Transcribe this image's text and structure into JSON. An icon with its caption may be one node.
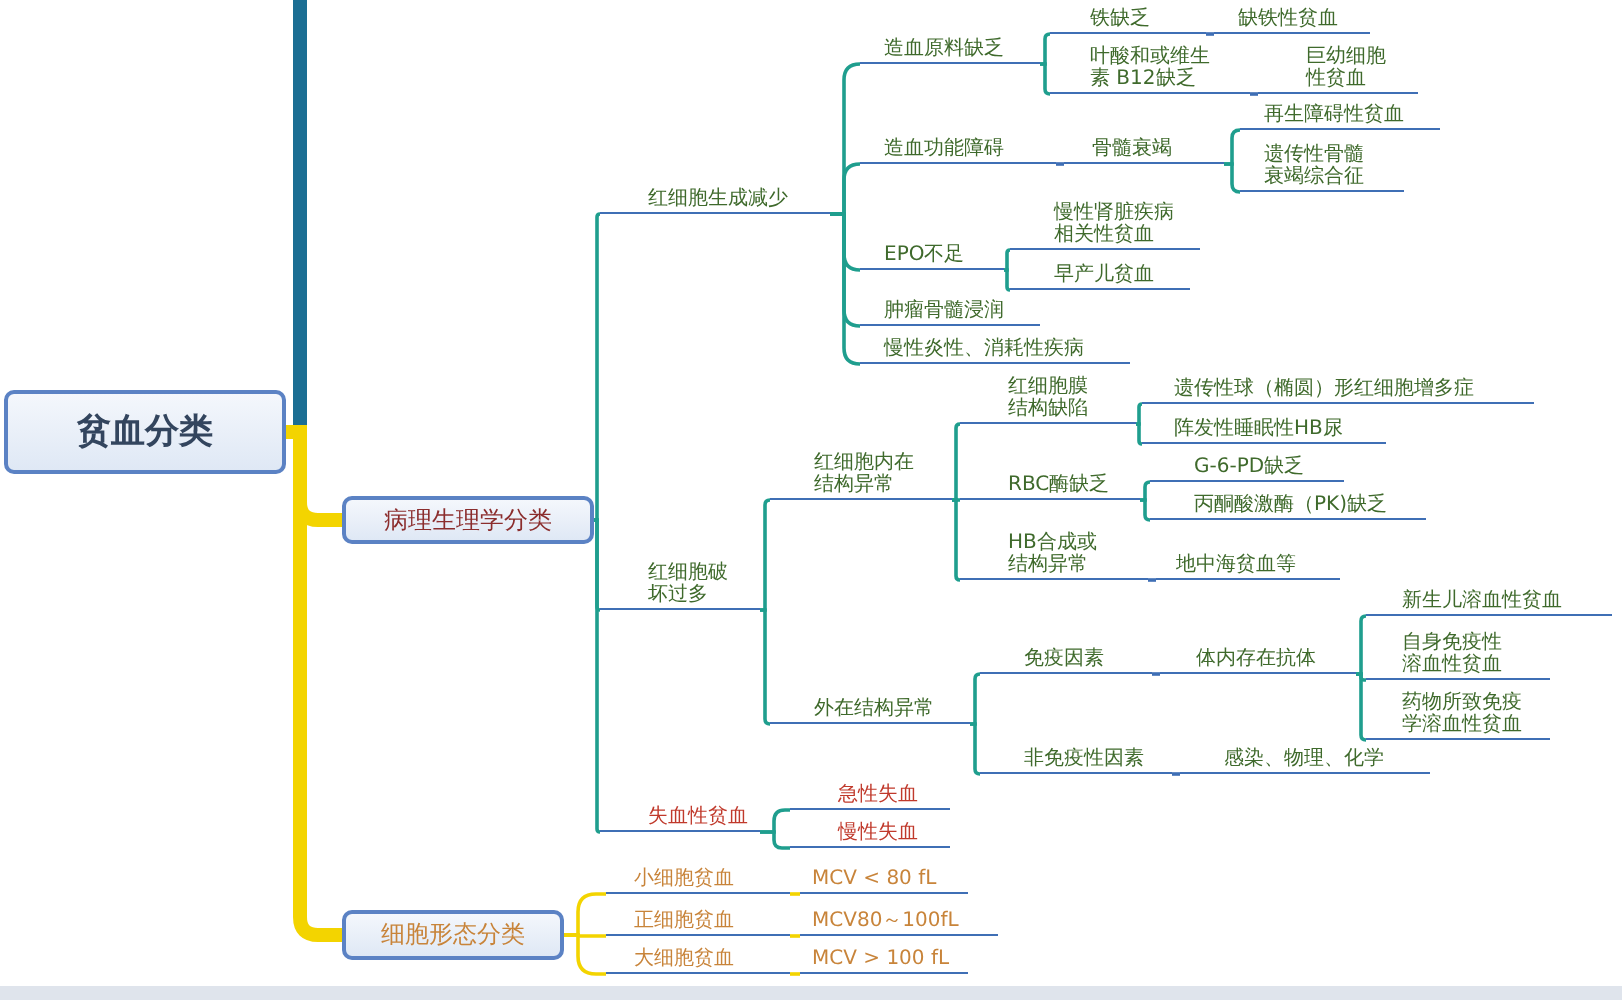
{
  "diagram": {
    "nodes": [
      {
        "text": [
          "贫血分类"
        ]
      },
      {
        "text": [
          "病理生理学分类"
        ]
      },
      {
        "text": [
          "红细胞生成减少"
        ]
      },
      {
        "text": [
          "造血原料缺乏"
        ]
      },
      {
        "text": [
          "铁缺乏"
        ]
      },
      {
        "text": [
          "缺铁性贫血"
        ]
      },
      {
        "text": [
          "叶酸和或维生素 B12缺乏"
        ]
      },
      {
        "text": [
          "巨幼细胞性贫血"
        ]
      },
      {
        "text": [
          "造血功能障碍"
        ]
      },
      {
        "text": [
          "骨髓衰竭"
        ]
      },
      {
        "text": [
          "再生障碍性贫血"
        ]
      },
      {
        "text": [
          "遗传性骨髓衰竭综合征"
        ]
      },
      {
        "text": [
          "EPO不足"
        ]
      },
      {
        "text": [
          "慢性肾脏疾病相关性贫血"
        ]
      },
      {
        "text": [
          "早产儿贫血"
        ]
      },
      {
        "text": [
          "肿瘤骨髓浸润"
        ]
      },
      {
        "text": [
          "慢性炎性、消耗性疾病"
        ]
      },
      {
        "text": [
          "红细胞破坏过多"
        ]
      },
      {
        "text": [
          "红细胞内在结构异常"
        ]
      },
      {
        "text": [
          "红细胞膜结构缺陷"
        ]
      },
      {
        "text": [
          "遗传性球（椭圆）形红细胞增多症"
        ]
      },
      {
        "text": [
          "阵发性睡眠性HB尿"
        ]
      },
      {
        "text": [
          "RBC酶缺乏"
        ]
      },
      {
        "text": [
          "G-6-PD缺乏"
        ]
      },
      {
        "text": [
          "丙酮酸激酶（PK)缺乏"
        ]
      },
      {
        "text": [
          "HB合成或结构异常"
        ]
      },
      {
        "text": [
          "地中海贫血等"
        ]
      },
      {
        "text": [
          "外在结构异常"
        ]
      },
      {
        "text": [
          "免疫因素"
        ]
      },
      {
        "text": [
          "体内存在抗体"
        ]
      },
      {
        "text": [
          "新生儿溶血性贫血"
        ]
      },
      {
        "text": [
          "自身免疫性溶血性贫血"
        ]
      },
      {
        "text": [
          "药物所致免疫学溶血性贫血"
        ]
      },
      {
        "text": [
          "非免疫性因素"
        ]
      },
      {
        "text": [
          "感染、物理、化学"
        ]
      },
      {
        "text": [
          "失血性贫血"
        ]
      },
      {
        "text": [
          "急性失血"
        ]
      },
      {
        "text": [
          "慢性失血"
        ]
      },
      {
        "text": [
          "细胞形态分类"
        ]
      },
      {
        "text": [
          "小细胞贫血"
        ]
      },
      {
        "text": [
          "MCV < 80 fL"
        ]
      },
      {
        "text": [
          "正细胞贫血"
        ]
      },
      {
        "text": [
          "MCV80～100fL"
        ]
      },
      {
        "text": [
          "大细胞贫血"
        ]
      },
      {
        "text": [
          "MCV > 100 fL"
        ]
      }
    ],
    "edges": [
      {
        "from": 0,
        "to": null,
        "arrow": "none",
        "style": "thick",
        "color": "#1b6e93"
      },
      {
        "from": 0,
        "to": 1,
        "arrow": "none",
        "style": "thick",
        "color": "#f3d400"
      },
      {
        "from": 0,
        "to": 38,
        "arrow": "none",
        "style": "thick",
        "color": "#f3d400"
      },
      {
        "from": 1,
        "to": 2,
        "arrow": "none"
      },
      {
        "from": 1,
        "to": 17,
        "arrow": "none"
      },
      {
        "from": 1,
        "to": 35,
        "arrow": "none"
      },
      {
        "from": 2,
        "to": 3,
        "arrow": "none"
      },
      {
        "from": 2,
        "to": 8,
        "arrow": "none"
      },
      {
        "from": 2,
        "to": 12,
        "arrow": "none"
      },
      {
        "from": 2,
        "to": 15,
        "arrow": "none"
      },
      {
        "from": 2,
        "to": 16,
        "arrow": "none"
      },
      {
        "from": 3,
        "to": 4,
        "arrow": "none"
      },
      {
        "from": 3,
        "to": 6,
        "arrow": "none"
      },
      {
        "from": 4,
        "to": 5,
        "arrow": "none",
        "color": "#3f6fb5"
      },
      {
        "from": 6,
        "to": 7,
        "arrow": "none",
        "color": "#3f6fb5"
      },
      {
        "from": 8,
        "to": 9,
        "arrow": "none",
        "color": "#3f6fb5"
      },
      {
        "from": 9,
        "to": 10,
        "arrow": "none"
      },
      {
        "from": 9,
        "to": 11,
        "arrow": "none"
      },
      {
        "from": 12,
        "to": 13,
        "arrow": "none"
      },
      {
        "from": 12,
        "to": 14,
        "arrow": "none"
      },
      {
        "from": 17,
        "to": 18,
        "arrow": "none"
      },
      {
        "from": 17,
        "to": 27,
        "arrow": "none"
      },
      {
        "from": 18,
        "to": 19,
        "arrow": "none"
      },
      {
        "from": 18,
        "to": 22,
        "arrow": "none"
      },
      {
        "from": 18,
        "to": 25,
        "arrow": "none"
      },
      {
        "from": 19,
        "to": 20,
        "arrow": "none"
      },
      {
        "from": 19,
        "to": 21,
        "arrow": "none"
      },
      {
        "from": 22,
        "to": 23,
        "arrow": "none"
      },
      {
        "from": 22,
        "to": 24,
        "arrow": "none"
      },
      {
        "from": 25,
        "to": 26,
        "arrow": "none",
        "color": "#3f6fb5"
      },
      {
        "from": 27,
        "to": 28,
        "arrow": "none"
      },
      {
        "from": 27,
        "to": 33,
        "arrow": "none"
      },
      {
        "from": 28,
        "to": 29,
        "arrow": "none",
        "color": "#3f6fb5"
      },
      {
        "from": 29,
        "to": 30,
        "arrow": "none"
      },
      {
        "from": 29,
        "to": 31,
        "arrow": "none"
      },
      {
        "from": 29,
        "to": 32,
        "arrow": "none"
      },
      {
        "from": 33,
        "to": 34,
        "arrow": "none",
        "color": "#3f6fb5"
      },
      {
        "from": 35,
        "to": 36,
        "arrow": "none"
      },
      {
        "from": 35,
        "to": 37,
        "arrow": "none"
      },
      {
        "from": 38,
        "to": 39,
        "arrow": "none",
        "color": "#f3d400"
      },
      {
        "from": 38,
        "to": 41,
        "arrow": "none",
        "color": "#f3d400"
      },
      {
        "from": 38,
        "to": 43,
        "arrow": "none",
        "color": "#f3d400"
      },
      {
        "from": 39,
        "to": 40,
        "arrow": "none",
        "color": "#f3d400"
      },
      {
        "from": 41,
        "to": 42,
        "arrow": "none",
        "color": "#f3d400"
      },
      {
        "from": 43,
        "to": 44,
        "arrow": "none",
        "color": "#f3d400"
      }
    ]
  }
}
